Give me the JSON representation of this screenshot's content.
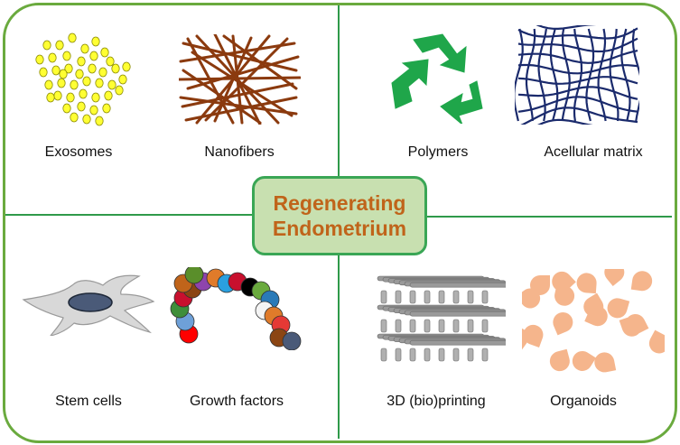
{
  "center": {
    "line1": "Regenerating",
    "line2": "Endometrium"
  },
  "items": [
    {
      "label": "Exosomes",
      "icon": "exosomes-icon"
    },
    {
      "label": "Nanofibers",
      "icon": "nanofibers-icon"
    },
    {
      "label": "Polymers",
      "icon": "polymer-recycle-icon"
    },
    {
      "label": "Acellular matrix",
      "icon": "acellular-matrix-icon"
    },
    {
      "label": "Stem cells",
      "icon": "stem-cell-icon"
    },
    {
      "label": "Growth factors",
      "icon": "growth-factors-icon"
    },
    {
      "label": "3D (bio)printing",
      "icon": "bioprinting-scaffold-icon"
    },
    {
      "label": "Organoids",
      "icon": "organoids-icon"
    }
  ],
  "colors": {
    "frame": "#6aaa3e",
    "divider": "#2f9a4a",
    "center_fill": "#c8e0b0",
    "center_border": "#3aa655",
    "center_text": "#c0641a",
    "exosome": "#ffff33",
    "nanofiber": "#8b3a0e",
    "polymer": "#1fa64a",
    "matrix": "#1a2a6c",
    "stem_cell": "#d8d8d8",
    "nucleus": "#4a5a78",
    "scaffold": "#9a9a9a",
    "organoid": "#f5b58c"
  }
}
